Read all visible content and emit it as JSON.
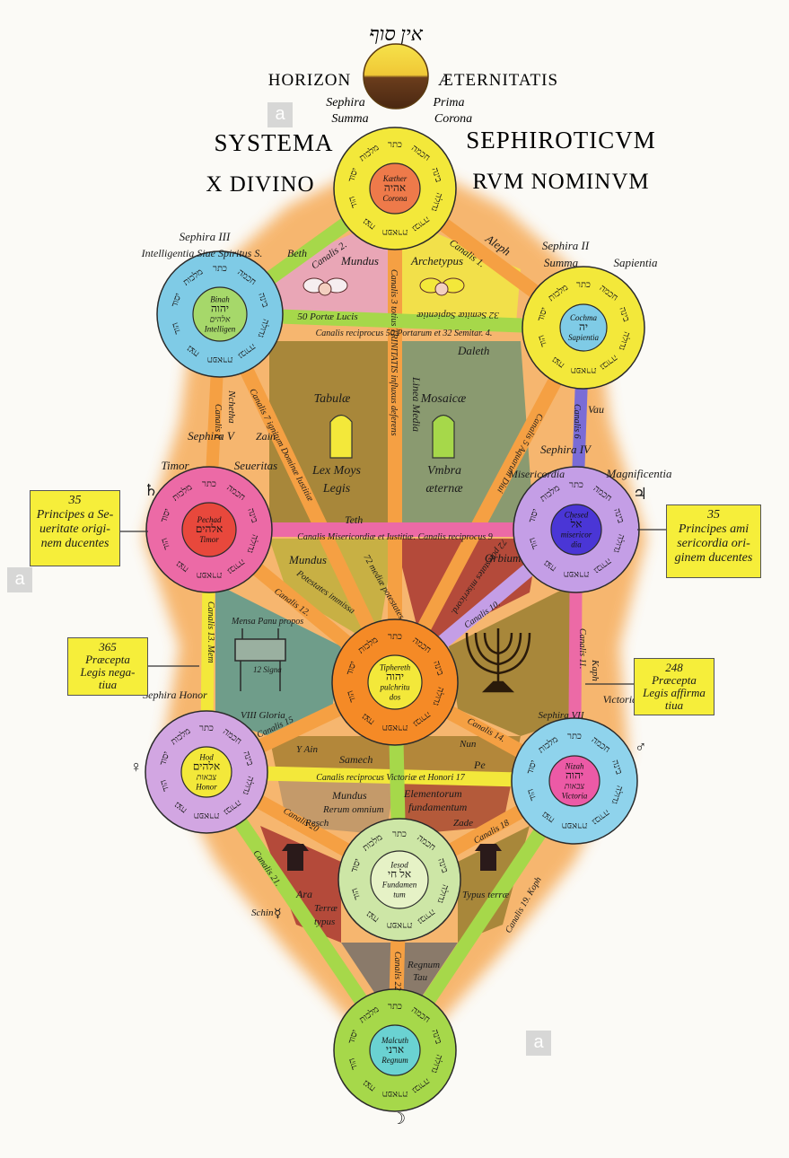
{
  "header": {
    "hebrew_top": "אין סוף",
    "horizon": "HORIZON",
    "aeternitatis": "ÆTERNITATIS",
    "sephira": "Sephira",
    "prima": "Prima",
    "summa": "Summa",
    "corona": "Corona",
    "systema": "SYSTEMA",
    "sephiroticum": "SEPHIROTICVM",
    "x_divino": "X DIVINO",
    "rum_nominum": "RVM NOMINVM"
  },
  "sephirot": {
    "kether": {
      "l1": "Kæther",
      "l2": "אהיה",
      "l3": "Corona",
      "ring": "#f3e83a",
      "core": "#ee7a4a"
    },
    "binah": {
      "l1": "Binah",
      "l2": "יהוה",
      "l3": "אלהים",
      "l4": "Intelligen",
      "ring": "#7fcbe6",
      "core": "#a6d86a"
    },
    "cochma": {
      "l1": "Cochma",
      "l2": "יה",
      "l3": "Sapientia",
      "ring": "#f3e83a",
      "core": "#7fcbe6"
    },
    "pechad": {
      "l1": "Pechad",
      "l2": "אלהים",
      "l3": "Timor",
      "ring": "#ec6aa6",
      "core": "#e8483c"
    },
    "chesed": {
      "l1": "Chesed",
      "l2": "אל",
      "l3": "misericor",
      "l4": "dia",
      "ring": "#c49ee6",
      "core": "#4a36d6"
    },
    "tiphereth": {
      "l1": "Tiphereth",
      "l2": "יהוה",
      "l3": "pulchritu",
      "l4": "dos",
      "ring": "#f58a26",
      "core": "#f3e83a"
    },
    "hod": {
      "l1": "Hod",
      "l2": "אלהים",
      "l3": "צבאות",
      "l4": "Honor",
      "ring": "#d2a6e2",
      "core": "#f3e83a"
    },
    "nizah": {
      "l1": "Nizah",
      "l2": "יהוה",
      "l3": "צבאות",
      "l4": "Victoria",
      "ring": "#8fd3ec",
      "core": "#ec5aa6"
    },
    "iesod": {
      "l1": "Iesod",
      "l2": "אל חי",
      "l3": "Fundamen",
      "l4": "tum",
      "ring": "#cde6a6",
      "core": "#e6f2c6"
    },
    "malcuth": {
      "l1": "Malcuth",
      "l2": "ארני",
      "l3": "Regnum",
      "ring": "#a6d84a",
      "core": "#6ad2d2"
    }
  },
  "labels": {
    "sephira_iii": "Sephira III",
    "intelligentia": "Intelligentia Siue Spiritus S.",
    "beth": "Beth",
    "sephira_ii": "Sephira II",
    "summa": "Summa",
    "sapientia": "Sapientia",
    "aleph": "Aleph",
    "canalis_1": "Canalis 1.",
    "canalis_2": "Canalis 2.",
    "mundus": "Mundus",
    "archetypus": "Archetypus",
    "portae_lucis": "50 Portæ Lucis",
    "semitae": "32 Semitæ Sapientiæ",
    "canalis_reciprocus": "Canalis reciprocus 50 Portarum et 32 Semitar. 4.",
    "daleth": "Daleth",
    "tabulae": "Tabulæ",
    "mosaicae": "Mosaicæ",
    "lex_moys": "Lex Moys",
    "legis": "Legis",
    "umbra": "Vmbra",
    "aeternae": "æternæ",
    "linea_media": "Linea Media",
    "trinitatis": "Canalis 3 totius TRINITATIS influxus deferens",
    "canalis_7": "Canalis 7 ignitum Dominæ Iustitiæ",
    "canalis_5": "Canalis 5 Aquarum Diui",
    "nchetha": "Nchetha",
    "zain": "Zain",
    "vau": "Vau",
    "canalis_8": "Canalis 8",
    "canalis_6": "Canalis 6",
    "sephira_v": "Sephira V",
    "sephira_iv": "Sephira IV",
    "timor": "Timor",
    "severitas": "Seueritas",
    "misericordia": "Misericordia",
    "magnificentia": "Magnificentia",
    "teth": "Teth",
    "canalis_misericordiae": "Canalis Misericordiæ et Iustitiæ. Canalis reciprocus 9",
    "mundus_2": "Mundus",
    "orbium": "Orbium",
    "potestates": "Potestates immissa",
    "media_potestates": "72 mediæ potestates",
    "potestates_2": "72 potestates misericord.",
    "canalis_12": "Canalis 12.",
    "canalis_10": "Canalis 10.",
    "canalis_13": "Canalis 13. Mem",
    "canalis_11": "Canalis 11.",
    "kaph": "Kaph",
    "mensa": "Mensa Panu propos",
    "panes": "12 Signa",
    "sephira_honor": "Sephira Honor",
    "sephira_viii": "VIII Gloria",
    "sephira_vii": "Sephira VII",
    "victoria_vii": "Victoria VII",
    "canalis_15": "Canalis 15",
    "ayin": "Y Ain",
    "canalis_14": "Canalis 14.",
    "nun": "Nun",
    "samech": "Samech",
    "pe": "Pe",
    "canalis_17": "Canalis reciprocus Victoriæ et Honori 17",
    "mundus_3": "Mundus",
    "rerum": "Rerum omnium",
    "elementorum": "Elementorum",
    "fundamentum": "fundamentum",
    "resch": "Resch",
    "zade": "Zade",
    "canalis_20": "Canalis 20",
    "canalis_18": "Canalis 18",
    "canalis_21": "Canalis 21.",
    "schin": "Schin",
    "canalis_19": "Canalis 19. Koph",
    "ara": "Ara",
    "terrae": "Terræ",
    "typus": "typus",
    "typus_terrae": "Typus terræ",
    "regnum": "Regnum",
    "tau": "Tau",
    "canalis_22": "Canalis 22"
  },
  "boxes": {
    "left_top": {
      "lines": [
        "35",
        "Principes a Se-",
        "ueritate origi-",
        "nem ducentes"
      ]
    },
    "right_top": {
      "lines": [
        "35",
        "Principes ami",
        "sericordia ori-",
        "ginem ducentes"
      ]
    },
    "left_bottom": {
      "lines": [
        "365",
        "Præcepta",
        "Legis nega-",
        "tiua"
      ]
    },
    "right_bottom": {
      "lines": [
        "248",
        "Præcepta",
        "Legis affirma",
        "tiua"
      ]
    }
  },
  "symbols": {
    "saturn": "♄",
    "jupiter": "♃",
    "mars": "♂",
    "venus": "♀",
    "moon": "☽",
    "mercury": "☿"
  },
  "ring_letters": "כתר חכמה בינה גדולה גבורה תפארת נצח הוד יסוד מלכות",
  "watermark": "a",
  "colors": {
    "orange_halo": "#f5a043",
    "olive": "#a8873a",
    "gold_olive": "#c8b044",
    "pink_panel": "#e9a6b6",
    "yellow_panel": "#f2e04a",
    "green_panel": "#6f9d8a",
    "brown_panel": "#b44a3a"
  }
}
